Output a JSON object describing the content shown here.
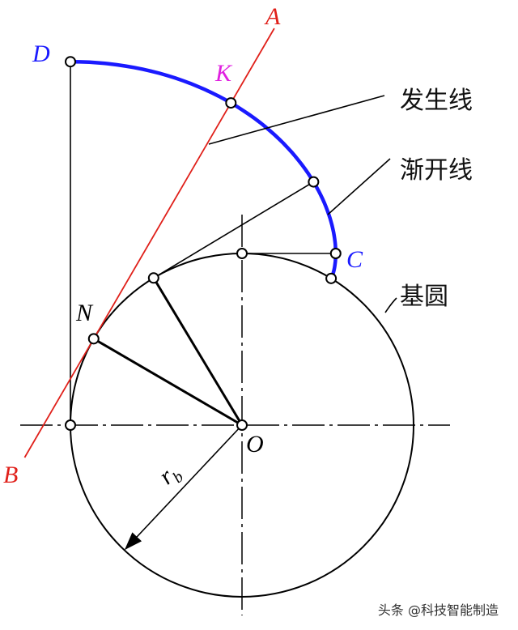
{
  "points": {
    "A": "A",
    "B": "B",
    "D": "D",
    "K": "K",
    "N": "N",
    "C": "C",
    "O": "O"
  },
  "radius_label": {
    "main": "r",
    "sub": "b"
  },
  "callouts": {
    "generating_line": "发生线",
    "involute": "渐开线",
    "base_circle": "基圆"
  },
  "watermark": "头条 @科技智能制造",
  "colors": {
    "involute": "#1a1aff",
    "generating_line": "#e0201a",
    "point_K": "#e020e0",
    "point_D": "#1a1aff",
    "point_C": "#1a1aff",
    "lines": "#000000"
  }
}
